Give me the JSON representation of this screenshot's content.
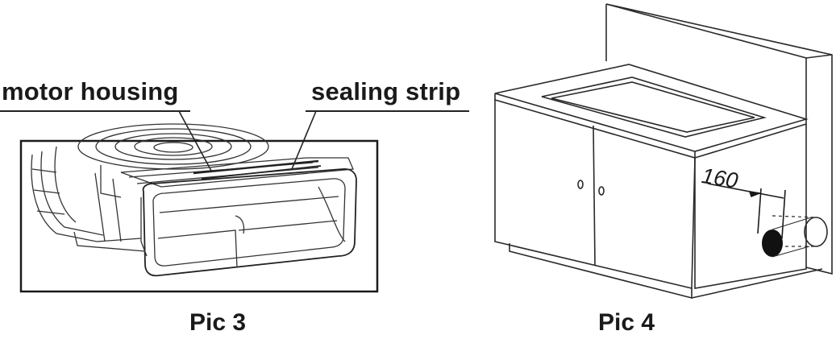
{
  "labels": {
    "motor_housing": "motor housing",
    "sealing_strip": "sealing strip"
  },
  "captions": {
    "pic3": "Pic 3",
    "pic4": "Pic 4"
  },
  "dimension": {
    "value": "160"
  }
}
